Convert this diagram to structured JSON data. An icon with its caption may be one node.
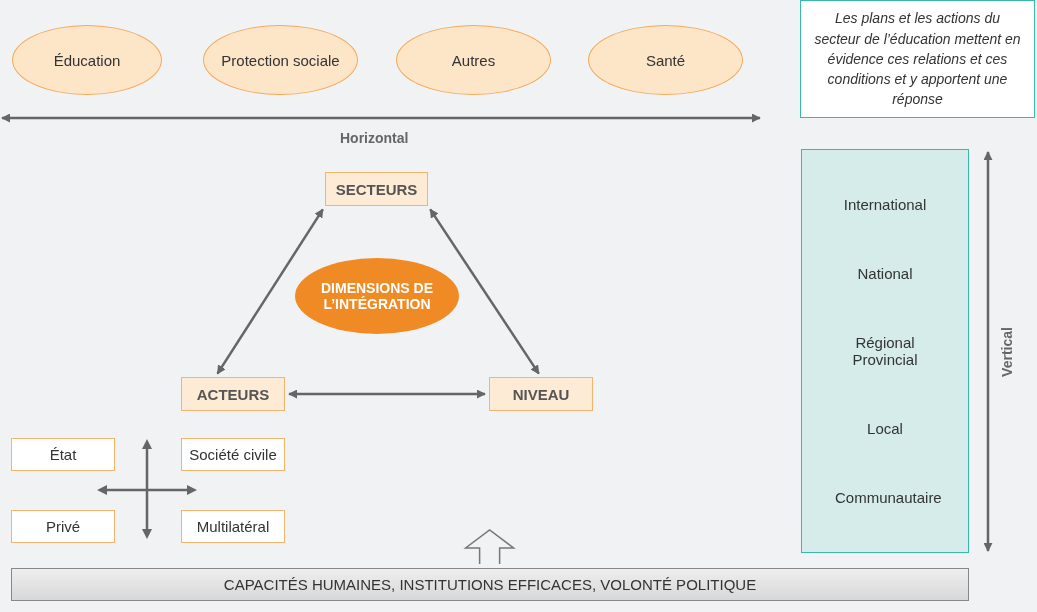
{
  "diagram": {
    "nodes": [
      {
        "text": [
          "Éducation"
        ]
      },
      {
        "text": [
          "Protection sociale"
        ]
      },
      {
        "text": [
          "Autres"
        ]
      },
      {
        "text": [
          "Santé"
        ]
      },
      {
        "text": [
          "Les plans et les actions du secteur de l’éducation mettent en évidence ces relations et ces conditions et y apportent une réponse"
        ]
      },
      {
        "text": [
          "SECTEURS"
        ]
      },
      {
        "text": [
          "DIMENSIONS DE L’INTÉGRATION"
        ]
      },
      {
        "text": [
          "ACTEURS"
        ]
      },
      {
        "text": [
          "NIVEAU"
        ]
      },
      {
        "text": [
          "International",
          "National",
          "Régional Provincial",
          "Local",
          "Communautaire"
        ]
      },
      {
        "text": [
          "État"
        ]
      },
      {
        "text": [
          "Société civile"
        ]
      },
      {
        "text": [
          "Privé"
        ]
      },
      {
        "text": [
          "Multilatéral"
        ]
      },
      {
        "text": [
          "CAPACITÉS HUMAINES, INSTITUTIONS EFFICACES, VOLONTÉ POLITIQUE"
        ]
      }
    ],
    "edges": [
      {
        "from": 7,
        "to": 5,
        "arrow": "both"
      },
      {
        "from": 5,
        "to": 8,
        "arrow": "both"
      },
      {
        "from": 7,
        "to": 8,
        "arrow": "both"
      },
      {
        "from": 14,
        "to": null,
        "arrow": "to",
        "style": "thick"
      }
    ],
    "labels": [
      "Horizontal",
      "Vertical"
    ]
  }
}
